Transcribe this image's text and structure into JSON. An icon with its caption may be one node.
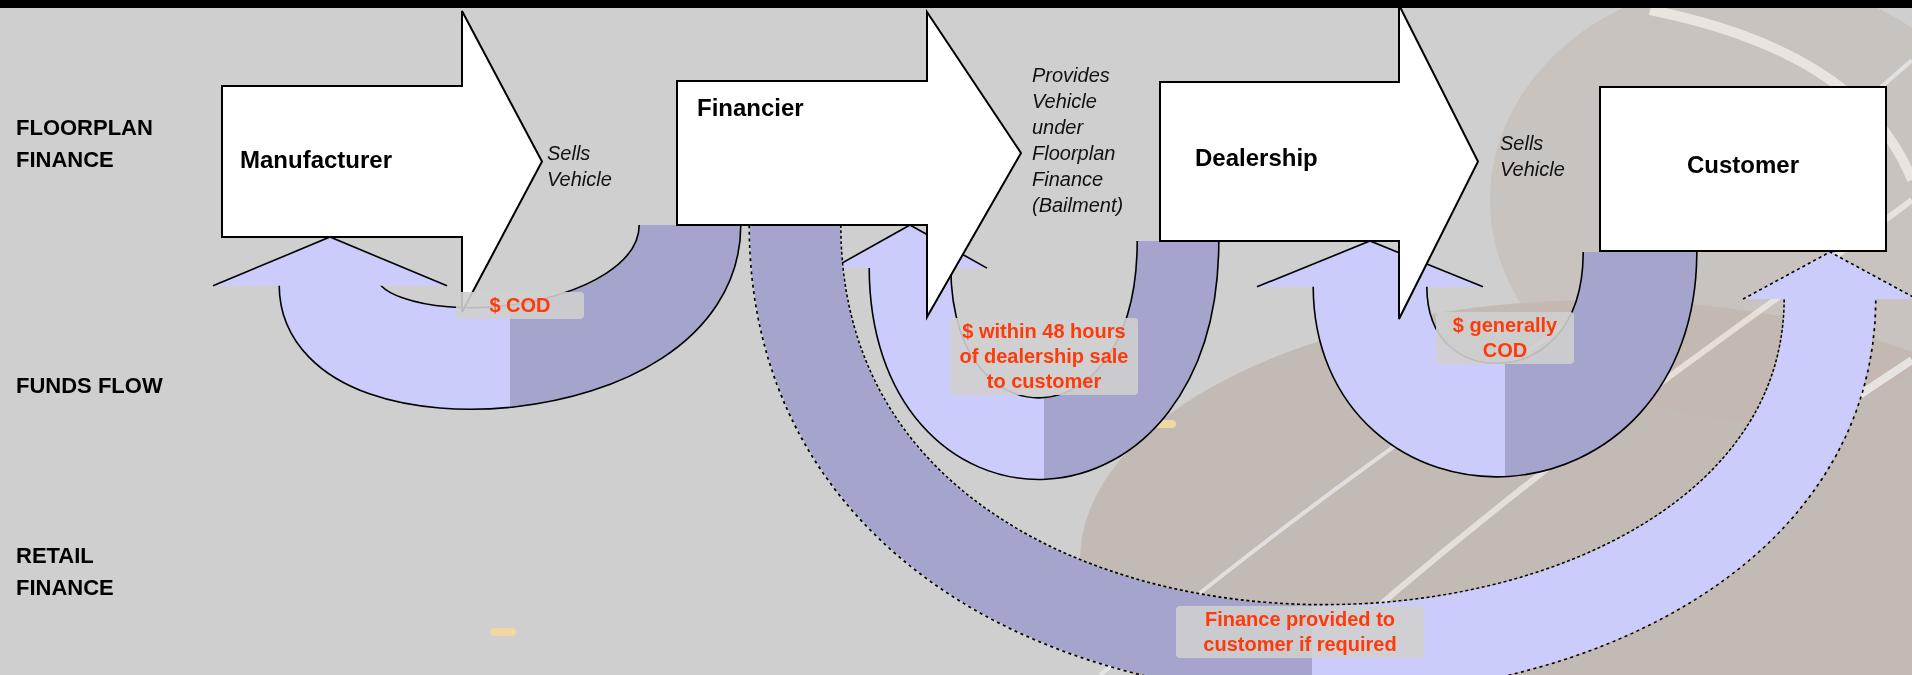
{
  "diagram": {
    "nodes": [
      {
        "text": [
          "Manufacturer"
        ],
        "beside": [
          "Sells Vehicle"
        ]
      },
      {
        "text": [
          "Financier"
        ],
        "beside": [
          "Provides Vehicle under Floorplan Finance (Bailment)"
        ]
      },
      {
        "text": [
          "Dealership"
        ],
        "beside": [
          "Sells Vehicle"
        ]
      },
      {
        "text": [
          "Customer"
        ]
      }
    ],
    "edges": [
      {
        "from": 1,
        "to": 0,
        "arrow": "to",
        "label": "$ COD"
      },
      {
        "from": 2,
        "to": 1,
        "arrow": "to",
        "label": "$ within 48 hours of dealership sale to customer"
      },
      {
        "from": 3,
        "to": 2,
        "arrow": "to",
        "label": "$ generally COD"
      },
      {
        "from": 1,
        "to": 3,
        "arrow": "to",
        "label": "Finance provided to customer if required",
        "style": "dashed"
      }
    ],
    "labels": [
      "FLOORPLAN FINANCE",
      "FUNDS FLOW",
      "RETAIL FINANCE"
    ]
  }
}
